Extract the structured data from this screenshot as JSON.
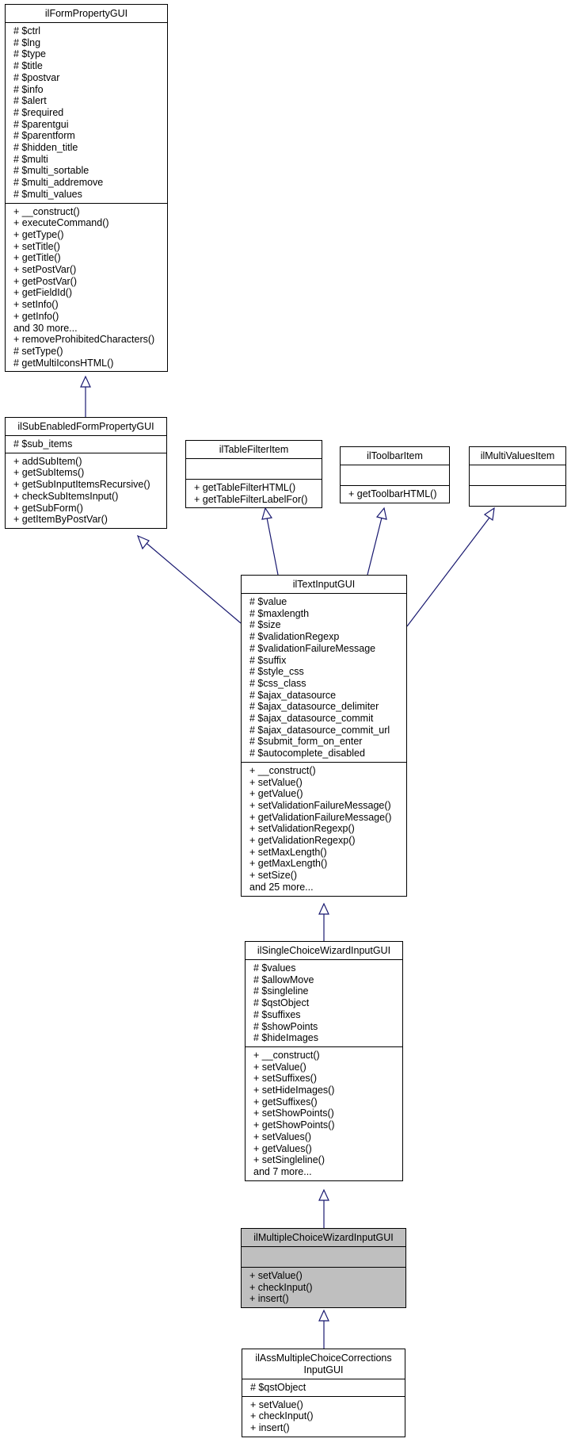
{
  "diagram": {
    "classes": [
      {
        "id": "ilFormPropertyGUI",
        "title": [
          "ilFormPropertyGUI"
        ],
        "attributes": [
          "# $ctrl",
          "# $lng",
          "# $type",
          "# $title",
          "# $postvar",
          "# $info",
          "# $alert",
          "# $required",
          "# $parentgui",
          "# $parentform",
          "# $hidden_title",
          "# $multi",
          "# $multi_sortable",
          "# $multi_addremove",
          "# $multi_values"
        ],
        "methods": [
          "+ __construct()",
          "+ executeCommand()",
          "+ getType()",
          "+ setTitle()",
          "+ getTitle()",
          "+ setPostVar()",
          "+ getPostVar()",
          "+ getFieldId()",
          "+ setInfo()",
          "+ getInfo()",
          "and 30 more...",
          "+ removeProhibitedCharacters()",
          "# setType()",
          "# getMultiIconsHTML()"
        ]
      },
      {
        "id": "ilSubEnabledFormPropertyGUI",
        "title": [
          "ilSubEnabledFormPropertyGUI"
        ],
        "attributes": [
          "# $sub_items"
        ],
        "methods": [
          "+ addSubItem()",
          "+ getSubItems()",
          "+ getSubInputItemsRecursive()",
          "+ checkSubItemsInput()",
          "+ getSubForm()",
          "+ getItemByPostVar()"
        ]
      },
      {
        "id": "ilTableFilterItem",
        "title": [
          "ilTableFilterItem"
        ],
        "attributes": [],
        "methods": [
          "+ getTableFilterHTML()",
          "+ getTableFilterLabelFor()"
        ]
      },
      {
        "id": "ilToolbarItem",
        "title": [
          "ilToolbarItem"
        ],
        "attributes": [],
        "methods": [
          "+ getToolbarHTML()"
        ]
      },
      {
        "id": "ilMultiValuesItem",
        "title": [
          "ilMultiValuesItem"
        ],
        "attributes": [],
        "methods": []
      },
      {
        "id": "ilTextInputGUI",
        "title": [
          "ilTextInputGUI"
        ],
        "attributes": [
          "# $value",
          "# $maxlength",
          "# $size",
          "# $validationRegexp",
          "# $validationFailureMessage",
          "# $suffix",
          "# $style_css",
          "# $css_class",
          "# $ajax_datasource",
          "# $ajax_datasource_delimiter",
          "# $ajax_datasource_commit",
          "# $ajax_datasource_commit_url",
          "# $submit_form_on_enter",
          "# $autocomplete_disabled"
        ],
        "methods": [
          "+ __construct()",
          "+ setValue()",
          "+ getValue()",
          "+ setValidationFailureMessage()",
          "+ getValidationFailureMessage()",
          "+ setValidationRegexp()",
          "+ getValidationRegexp()",
          "+ setMaxLength()",
          "+ getMaxLength()",
          "+ setSize()",
          "and 25 more..."
        ]
      },
      {
        "id": "ilSingleChoiceWizardInputGUI",
        "title": [
          "ilSingleChoiceWizardInputGUI"
        ],
        "attributes": [
          "# $values",
          "# $allowMove",
          "# $singleline",
          "# $qstObject",
          "# $suffixes",
          "# $showPoints",
          "# $hideImages"
        ],
        "methods": [
          "+ __construct()",
          "+ setValue()",
          "+ setSuffixes()",
          "+ setHideImages()",
          "+ getSuffixes()",
          "+ setShowPoints()",
          "+ getShowPoints()",
          "+ setValues()",
          "+ getValues()",
          "+ setSingleline()",
          "and 7 more..."
        ]
      },
      {
        "id": "ilMultipleChoiceWizardInputGUI",
        "title": [
          "ilMultipleChoiceWizardInputGUI"
        ],
        "highlighted": true,
        "attributes": [],
        "methods": [
          "+ setValue()",
          "+ checkInput()",
          "+ insert()"
        ]
      },
      {
        "id": "ilAssMultipleChoiceCorrectionsInputGUI",
        "title": [
          "ilAssMultipleChoiceCorrections",
          "InputGUI"
        ],
        "attributes": [
          "# $qstObject"
        ],
        "methods": [
          "+ setValue()",
          "+ checkInput()",
          "+ insert()"
        ]
      }
    ],
    "edges": [
      {
        "from": "ilSubEnabledFormPropertyGUI",
        "to": "ilFormPropertyGUI"
      },
      {
        "from": "ilTextInputGUI",
        "to": "ilSubEnabledFormPropertyGUI"
      },
      {
        "from": "ilTextInputGUI",
        "to": "ilTableFilterItem"
      },
      {
        "from": "ilTextInputGUI",
        "to": "ilToolbarItem"
      },
      {
        "from": "ilTextInputGUI",
        "to": "ilMultiValuesItem"
      },
      {
        "from": "ilSingleChoiceWizardInputGUI",
        "to": "ilTextInputGUI"
      },
      {
        "from": "ilMultipleChoiceWizardInputGUI",
        "to": "ilSingleChoiceWizardInputGUI"
      },
      {
        "from": "ilAssMultipleChoiceCorrectionsInputGUI",
        "to": "ilMultipleChoiceWizardInputGUI"
      }
    ],
    "colors": {
      "edge": "#191970",
      "highlight_fill": "#bfbfbf",
      "box_border": "#000000"
    }
  }
}
